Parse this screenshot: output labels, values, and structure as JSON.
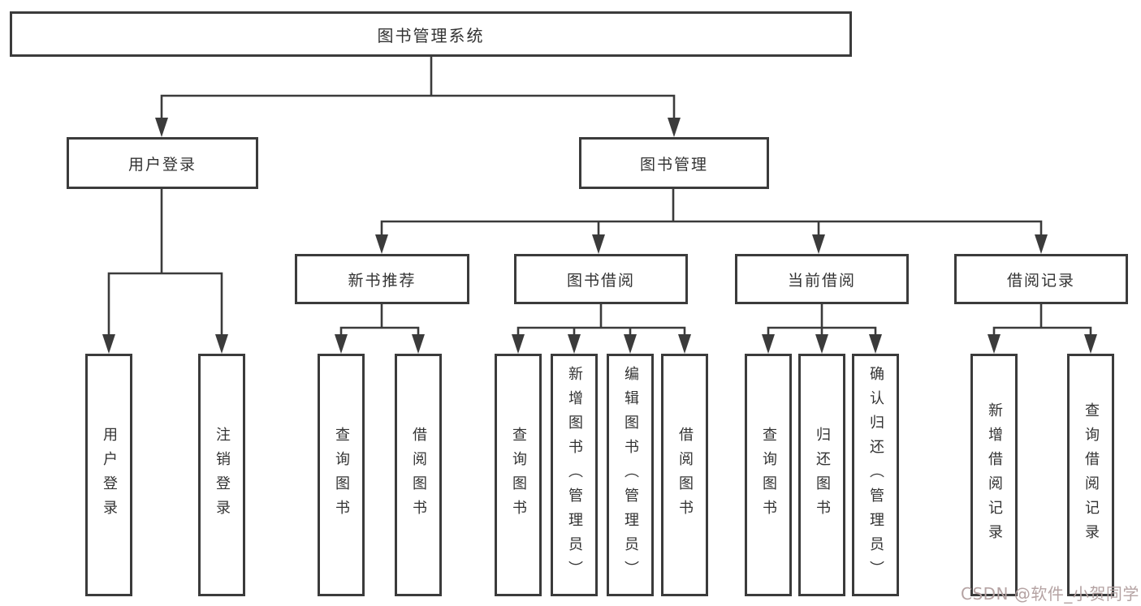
{
  "diagram": {
    "root": {
      "label": "图书管理系统"
    },
    "branches": [
      {
        "label": "用户登录",
        "children": [
          {
            "label": "用户登录"
          },
          {
            "label": "注销登录"
          }
        ]
      },
      {
        "label": "图书管理",
        "children": [
          {
            "label": "新书推荐",
            "children": [
              {
                "label": "查询图书"
              },
              {
                "label": "借阅图书"
              }
            ]
          },
          {
            "label": "图书借阅",
            "children": [
              {
                "label": "查询图书"
              },
              {
                "label": "新增图书（管理员）"
              },
              {
                "label": "编辑图书（管理员）"
              },
              {
                "label": "借阅图书"
              }
            ]
          },
          {
            "label": "当前借阅",
            "children": [
              {
                "label": "查询图书"
              },
              {
                "label": "归还图书"
              },
              {
                "label": "确认归还（管理员）"
              }
            ]
          },
          {
            "label": "借阅记录",
            "children": [
              {
                "label": "新增借阅记录"
              },
              {
                "label": "查询借阅记录"
              }
            ]
          }
        ]
      }
    ]
  },
  "watermark": {
    "text": "CSDN @软件_小贺同学"
  },
  "colors": {
    "line": "#3b3b3b",
    "box_border": "#3b3b3b",
    "text": "#333333",
    "watermark": "#b5a3a3",
    "background": "#ffffff"
  }
}
